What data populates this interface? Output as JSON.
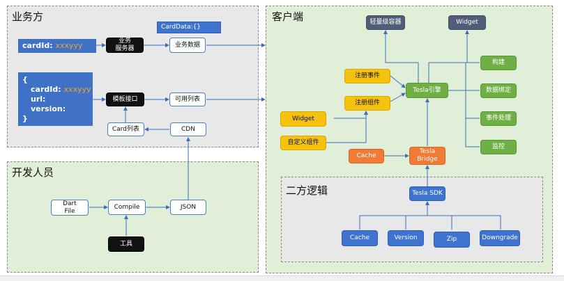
{
  "regions": {
    "business": "业务方",
    "client": "客户端",
    "developer": "开发人员",
    "second_party": "二方逻辑"
  },
  "code_block_1": {
    "key": "cardId:",
    "value": "xxxyyy"
  },
  "code_block_2": {
    "open_brace": "{",
    "card_key": "cardId:",
    "card_value": "xxxyyy",
    "url_key": "url:",
    "version_key": "version:",
    "close_brace": "}"
  },
  "nodes": {
    "card_data": "CardData:{}",
    "business_server": "业务\n服务器",
    "business_data": "业务数据",
    "template_api": "模板接口",
    "available_list": "可用列表",
    "card_list": "Card列表",
    "cdn": "CDN",
    "dart_file": "Dart\nFile",
    "compile": "Compile",
    "json": "JSON",
    "tools": "工具",
    "lightweight_container": "轻量级容器",
    "widget_top": "Widget",
    "register_event": "注册事件",
    "register_component": "注册组件",
    "tesla_engine": "Tesla引擎",
    "build": "构建",
    "data_binding": "数据绑定",
    "event_handling": "事件处理",
    "monitoring": "监控",
    "widget_yellow": "Widget",
    "custom_component": "自定义组件",
    "cache_orange": "Cache",
    "tesla_bridge": "Tesla\nBridge",
    "tesla_sdk": "Tesla SDK",
    "cache_blue": "Cache",
    "version": "Version",
    "zip": "Zip",
    "downgrade": "Downgrade"
  }
}
